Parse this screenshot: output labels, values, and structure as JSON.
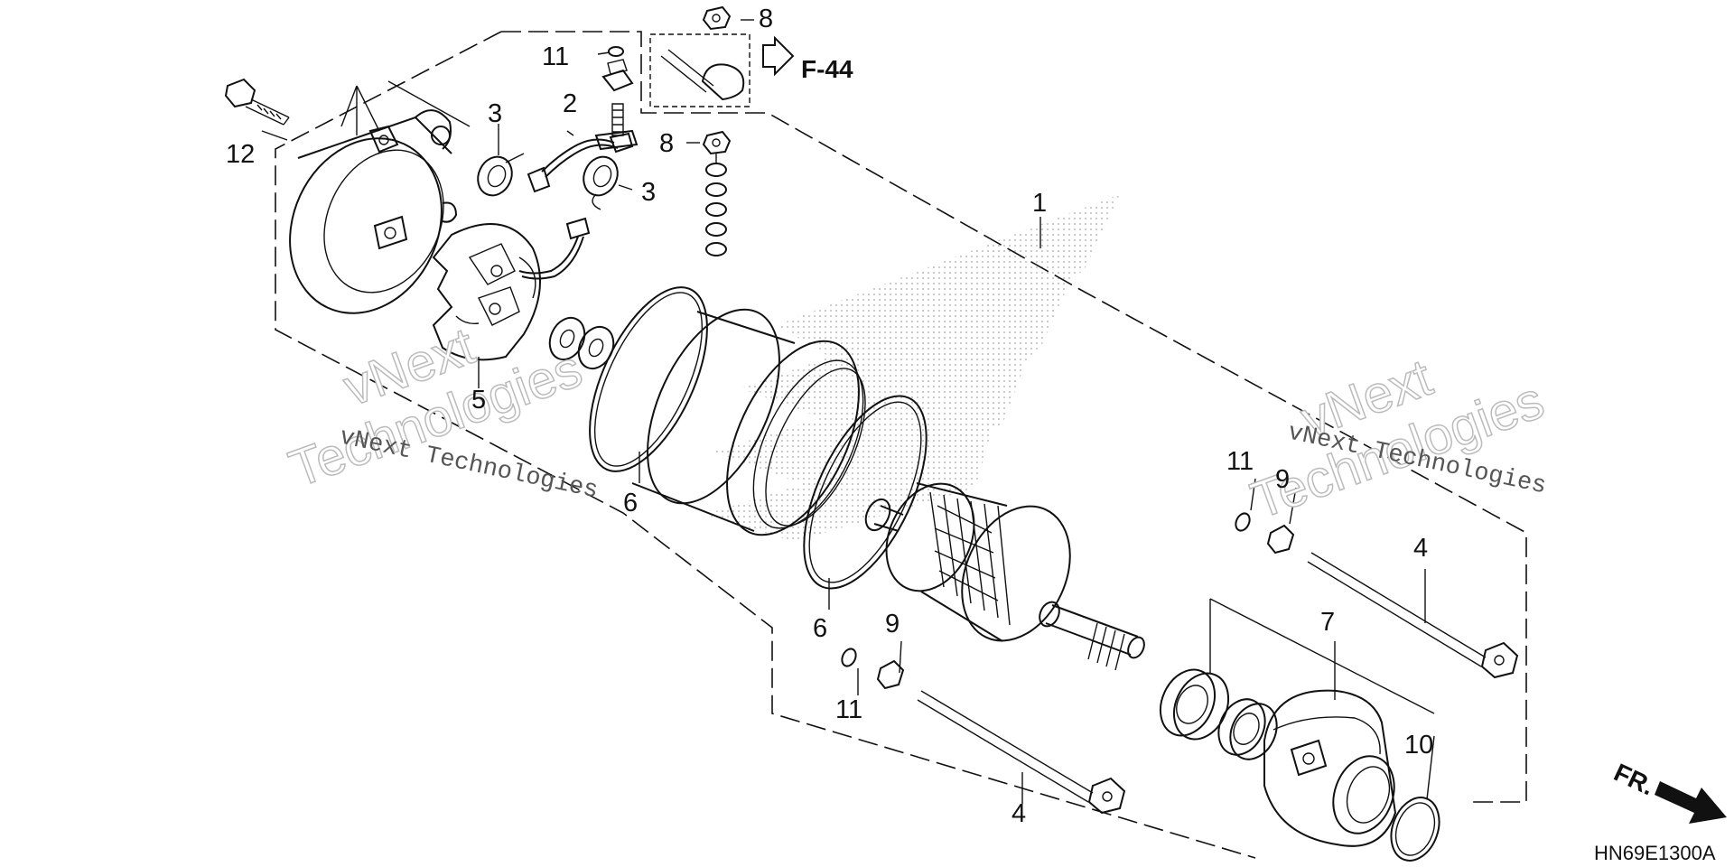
{
  "diagram": {
    "code": "HN69E1300A",
    "ref": {
      "arrow": "⇨",
      "label": "F-44"
    },
    "front": {
      "label": "FR."
    },
    "watermark": {
      "small": "vNext Technologies",
      "big_line1": "vNext",
      "big_line2": "Technologies"
    },
    "callouts": [
      {
        "id": "c1",
        "text": "1"
      },
      {
        "id": "c2",
        "text": "2"
      },
      {
        "id": "c3a",
        "text": "3"
      },
      {
        "id": "c3b",
        "text": "3"
      },
      {
        "id": "c4a",
        "text": "4"
      },
      {
        "id": "c4b",
        "text": "4"
      },
      {
        "id": "c5",
        "text": "5"
      },
      {
        "id": "c6a",
        "text": "6"
      },
      {
        "id": "c6b",
        "text": "6"
      },
      {
        "id": "c7",
        "text": "7"
      },
      {
        "id": "c8a",
        "text": "8"
      },
      {
        "id": "c8b",
        "text": "8"
      },
      {
        "id": "c9a",
        "text": "9"
      },
      {
        "id": "c9b",
        "text": "9"
      },
      {
        "id": "c10",
        "text": "10"
      },
      {
        "id": "c11a",
        "text": "11"
      },
      {
        "id": "c11b",
        "text": "11"
      },
      {
        "id": "c11c",
        "text": "11"
      },
      {
        "id": "c12",
        "text": "12"
      }
    ]
  }
}
